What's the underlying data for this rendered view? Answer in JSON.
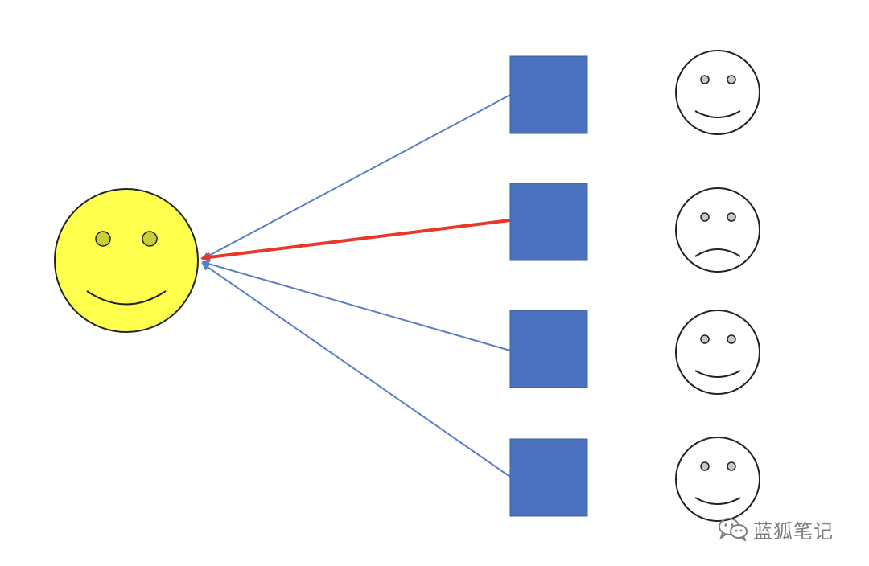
{
  "diagram": {
    "central_face": {
      "fill": "#ffff4d",
      "eye_fill": "#cccc33",
      "expression": "smile"
    },
    "nodes": [
      {
        "id": "node-1",
        "fill": "#4a72bf",
        "arrow_color": "#5b7fc6",
        "emphasized": false,
        "face": "smile"
      },
      {
        "id": "node-2",
        "fill": "#4a72bf",
        "arrow_color": "#e8382a",
        "emphasized": true,
        "face": "frown"
      },
      {
        "id": "node-3",
        "fill": "#4a72bf",
        "arrow_color": "#5b7fc6",
        "emphasized": false,
        "face": "smile"
      },
      {
        "id": "node-4",
        "fill": "#4a72bf",
        "arrow_color": "#5b7fc6",
        "emphasized": false,
        "face": "smile"
      }
    ],
    "outline_face_eye_fill": "#c8c8c8"
  },
  "watermark": {
    "icon": "wechat-icon",
    "text": "蓝狐笔记",
    "color": "#7f7f7f"
  }
}
